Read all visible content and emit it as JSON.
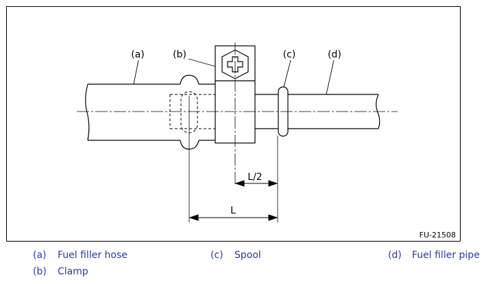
{
  "diagram": {
    "callouts": {
      "a": "(a)",
      "b": "(b)",
      "c": "(c)",
      "d": "(d)"
    },
    "dimensions": {
      "half_length": "L/2",
      "length": "L"
    },
    "figure_id": "FU-21508"
  },
  "legend": {
    "items": [
      {
        "key": "(a)",
        "label": "Fuel filler hose"
      },
      {
        "key": "(c)",
        "label": "Spool"
      },
      {
        "key": "(d)",
        "label": "Fuel filler pipe"
      },
      {
        "key": "(b)",
        "label": "Clamp"
      }
    ]
  },
  "colors": {
    "line": "#000000",
    "legend_text": "#2a3a9c",
    "background": "#ffffff"
  }
}
